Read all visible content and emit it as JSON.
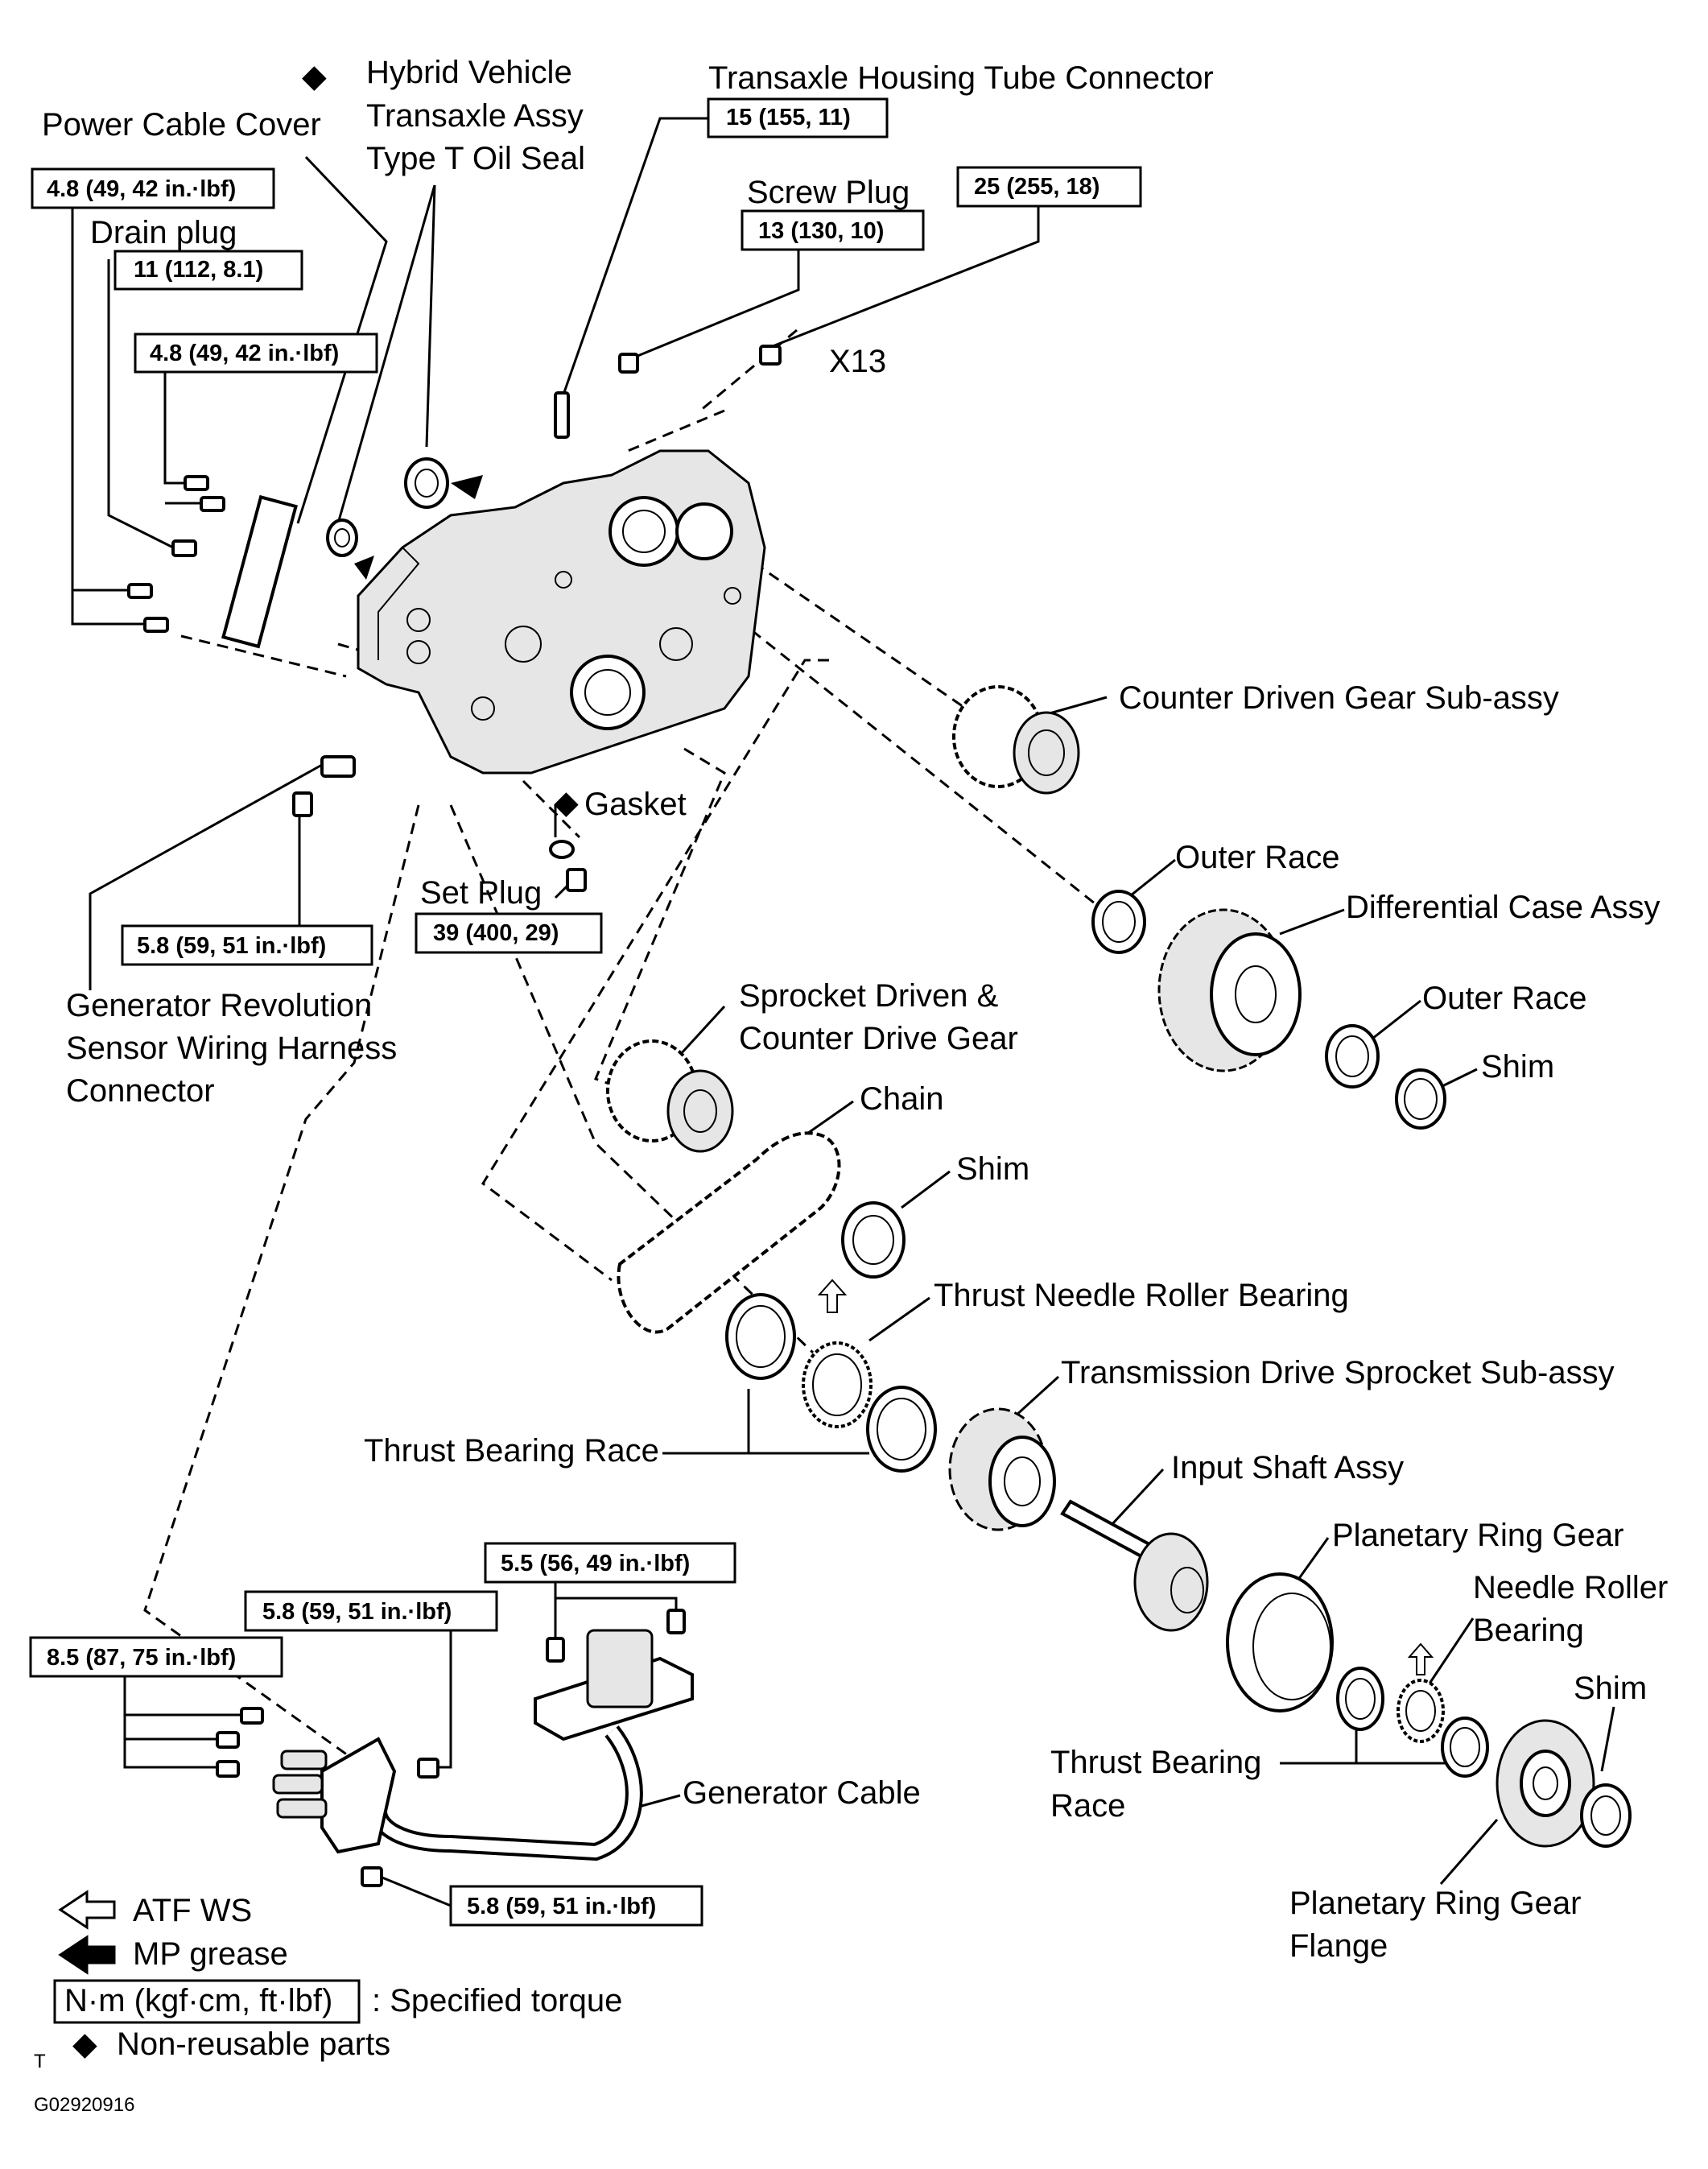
{
  "labels": {
    "hybrid_seal_l1": "Hybrid Vehicle",
    "hybrid_seal_l2": "Transaxle Assy",
    "hybrid_seal_l3": "Type T Oil Seal",
    "power_cable_cover": "Power Cable Cover",
    "tube_connector": "Transaxle Housing Tube Connector",
    "screw_plug": "Screw Plug",
    "drain_plug": "Drain plug",
    "x13": "X13",
    "counter_driven_gear": "Counter Driven Gear Sub-assy",
    "gasket": "Gasket",
    "set_plug": "Set Plug",
    "outer_race_1": "Outer Race",
    "differential_case": "Differential Case Assy",
    "outer_race_2": "Outer Race",
    "shim_1": "Shim",
    "gen_sensor_l1": "Generator Revolution",
    "gen_sensor_l2": "Sensor Wiring Harness",
    "gen_sensor_l3": "Connector",
    "sprocket_l1": "Sprocket Driven &",
    "sprocket_l2": "Counter Drive Gear",
    "chain": "Chain",
    "shim_2": "Shim",
    "thrust_needle": "Thrust Needle Roller Bearing",
    "drive_sprocket": "Transmission Drive Sprocket Sub-assy",
    "thrust_race_1": "Thrust Bearing Race",
    "input_shaft": "Input Shaft Assy",
    "planetary_ring": "Planetary Ring Gear",
    "needle_roller_l1": "Needle Roller",
    "needle_roller_l2": "Bearing",
    "shim_3": "Shim",
    "thrust_race_2_l1": "Thrust Bearing",
    "thrust_race_2_l2": "Race",
    "generator_cable": "Generator Cable",
    "ring_flange_l1": "Planetary Ring Gear",
    "ring_flange_l2": "Flange"
  },
  "torques": {
    "cover_upper": "4.8 (49, 42 in.·lbf)",
    "drain_plug": "11 (112, 8.1)",
    "cover_mid": "4.8 (49, 42 in.·lbf)",
    "tube_connector": "15 (155, 11)",
    "screw_plug": "13 (130, 10)",
    "bolt_x13": "25 (255, 18)",
    "sensor_bolt": "5.8 (59, 51 in.·lbf)",
    "set_plug": "39 (400, 29)",
    "cable_top": "5.5 (56, 49 in.·lbf)",
    "cable_mid": "5.8 (59, 51 in.·lbf)",
    "cable_left": "8.5 (87, 75 in.·lbf)",
    "cable_bottom": "5.8 (59, 51 in.·lbf)"
  },
  "legend": {
    "atf": "ATF WS",
    "mp_grease": "MP grease",
    "torque_unit": "N·m (kgf·cm, ft·lbf)",
    "torque_desc": ": Specified torque",
    "nonreusable": "Non-reusable  parts"
  },
  "marks": {
    "diamond": "◆",
    "corner_t": "T",
    "figure_id": "G02920916"
  }
}
